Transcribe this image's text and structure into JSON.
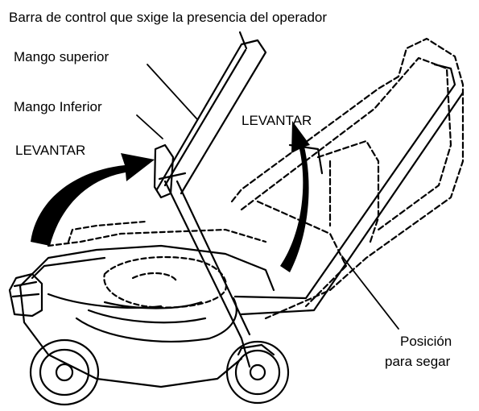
{
  "labels": {
    "control_bar": "Barra de control que sxige la presencia del operador",
    "upper_handle": "Mango superior",
    "lower_handle": "Mango Inferior",
    "lift_left": "LEVANTAR",
    "lift_right": "LEVANTAR",
    "mowing_position_line1": "Posición",
    "mowing_position_line2": "para segar"
  }
}
